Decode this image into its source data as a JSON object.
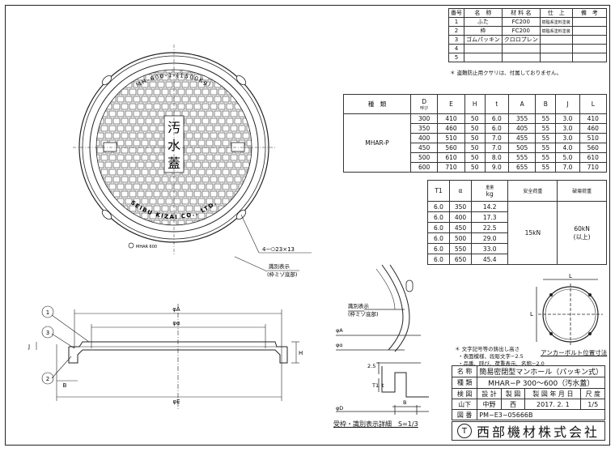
{
  "parts": {
    "headers": [
      "番号",
      "名　称",
      "材 料 名",
      "仕　上",
      "備　考"
    ],
    "rows": [
      [
        "1",
        "ふた",
        "FC200",
        "樹脂系塗料塗装",
        ""
      ],
      [
        "2",
        "枠",
        "FC200",
        "樹脂系塗料塗装",
        ""
      ],
      [
        "3",
        "ゴムパッキン",
        "クロロプレン",
        "",
        ""
      ],
      [
        "4",
        "",
        "",
        "",
        ""
      ],
      [
        "5",
        "",
        "",
        "",
        ""
      ]
    ],
    "note": "＊ 盗難防止用クサリは、付属しておりません。"
  },
  "dims": {
    "h_type": "種　類",
    "h_d1": "D",
    "h_d2": "呼び",
    "h_cols": [
      "E",
      "H",
      "t",
      "A",
      "B",
      "J",
      "L"
    ],
    "type": "MHAR-P",
    "rows": [
      [
        "300",
        "410",
        "50",
        "6.0",
        "355",
        "55",
        "3.0",
        "410"
      ],
      [
        "350",
        "460",
        "50",
        "6.0",
        "405",
        "55",
        "3.0",
        "460"
      ],
      [
        "400",
        "510",
        "50",
        "7.0",
        "455",
        "55",
        "3.0",
        "510"
      ],
      [
        "450",
        "560",
        "50",
        "7.0",
        "505",
        "55",
        "4.0",
        "560"
      ],
      [
        "500",
        "610",
        "50",
        "8.0",
        "555",
        "55",
        "5.0",
        "610"
      ],
      [
        "600",
        "710",
        "50",
        "9.0",
        "655",
        "55",
        "7.0",
        "710"
      ]
    ]
  },
  "loads": {
    "h_t1": "T1",
    "h_a": "α",
    "h_w1": "重量",
    "h_w2": "kg",
    "h_safe": "安全荷重",
    "h_break": "破壊荷重",
    "rows": [
      [
        "6.0",
        "350",
        "14.2"
      ],
      [
        "6.0",
        "400",
        "17.3"
      ],
      [
        "6.0",
        "450",
        "22.5"
      ],
      [
        "6.0",
        "500",
        "29.0"
      ],
      [
        "6.0",
        "550",
        "33.0"
      ],
      [
        "6.0",
        "650",
        "45.4"
      ]
    ],
    "safe": "15kN",
    "break1": "60kN",
    "break2": "(以上)"
  },
  "plan": {
    "top_text": "MH-600-1-(1500Kg)",
    "bottom_text": "SEIBU KIZAI CO., LTD.",
    "mark": "MHAR 600",
    "center": [
      "汚",
      "水",
      "蓋"
    ],
    "hole_label": "4−⬭23×13",
    "ident1": "識別表示",
    "ident2": "(枠ミゾ底部)"
  },
  "section": {
    "labels": [
      "φA",
      "φα",
      "φE",
      "B",
      "H",
      "J",
      "1",
      "2",
      "3"
    ],
    "detail_labels": [
      "φA",
      "φα",
      "φD",
      "B",
      "T1",
      "2.5",
      "t"
    ],
    "detail_ident1": "識別表示",
    "detail_ident2": "(枠ミゾ底部)",
    "detail_caption": "受枠・識別表示詳細　S=1/3",
    "anchor_label": "アンカーボルト位置寸法",
    "L": "L"
  },
  "notes": {
    "n1": "＊ 文字記号等の鋳出し高さ",
    "n2": "・表面模様、段彫文字−2.5",
    "n3": "・品番、呼び、荷重表示、名称−2.0"
  },
  "title_block": {
    "name_label": "名 称",
    "name": "簡易密閉型マンホール（パッキン式）",
    "type_label": "種 類",
    "type": "MHAR−P 300〜600（汚水蓋）",
    "check": "検 図",
    "design": "設 計",
    "draw": "製 図",
    "date_label": "製 図 年 月 日",
    "scale_label": "尺 度",
    "check_name": "山下",
    "design_name": "中野",
    "draw_name": "西",
    "date": "2017. 2. 1",
    "scale": "1/5",
    "dwg_label": "図 番",
    "dwg_no": "PM−E3−05666B"
  },
  "company": {
    "logo": "T",
    "name": "西部機材株式会社"
  }
}
